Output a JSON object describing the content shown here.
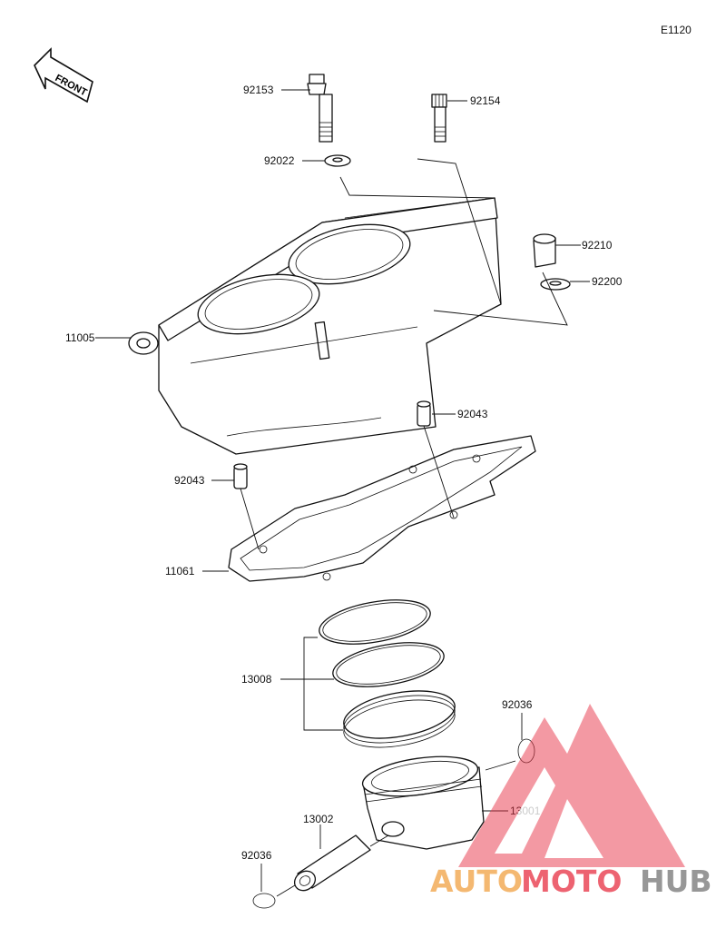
{
  "diagram_code": "E1120",
  "front_label": "FRONT",
  "labels": {
    "p92153": "92153",
    "p92154": "92154",
    "p92022": "92022",
    "p92210": "92210",
    "p92200": "92200",
    "p11005": "11005",
    "p92043_right": "92043",
    "p92043_left": "92043",
    "p11061": "11061",
    "p13008": "13008",
    "p92036_right": "92036",
    "p13001": "13001",
    "p13002": "13002",
    "p92036_left": "92036"
  },
  "watermark": {
    "part1": "AUTO",
    "part2": "MOTO",
    "part3": "HUB",
    "color_primary": "#f2a54a",
    "color_accent": "#e8384a",
    "color_dark": "#7a7a7a"
  }
}
